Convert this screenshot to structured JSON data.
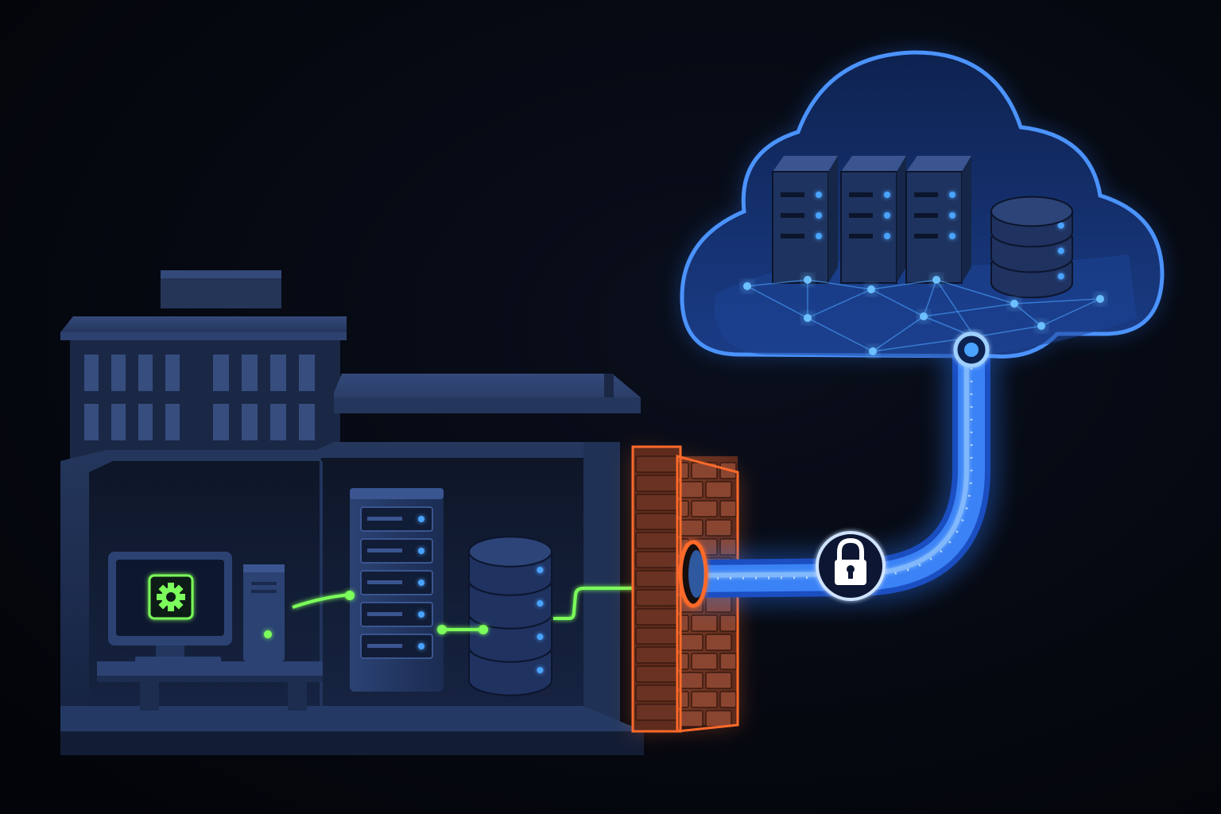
{
  "diagram": {
    "components": [
      {
        "id": "on-premises-building",
        "icon": "office-building-icon"
      },
      {
        "id": "workstation",
        "icon": "gear-icon"
      },
      {
        "id": "local-server-rack",
        "icon": "server-rack-icon"
      },
      {
        "id": "local-database",
        "icon": "database-icon"
      },
      {
        "id": "firewall",
        "icon": "brick-wall-icon"
      },
      {
        "id": "encrypted-tunnel",
        "icon": "padlock-icon"
      },
      {
        "id": "cloud",
        "icon": "cloud-icon"
      },
      {
        "id": "cloud-servers",
        "icon": "server-rack-icon",
        "count": 3
      },
      {
        "id": "cloud-database",
        "icon": "database-icon"
      }
    ],
    "connections": [
      {
        "from": "workstation",
        "to": "local-server-rack"
      },
      {
        "from": "local-server-rack",
        "to": "local-database"
      },
      {
        "from": "local-database",
        "to": "firewall"
      },
      {
        "from": "firewall",
        "to": "cloud",
        "via": "encrypted-tunnel"
      }
    ]
  },
  "colors": {
    "background": "#04060b",
    "building": "#1c2a4a",
    "local_link": "#7cff5a",
    "firewall": "#ff6a2a",
    "tunnel": "#2f7dff",
    "cloud_glow": "#3d8bff",
    "node": "#4aa3ff"
  }
}
